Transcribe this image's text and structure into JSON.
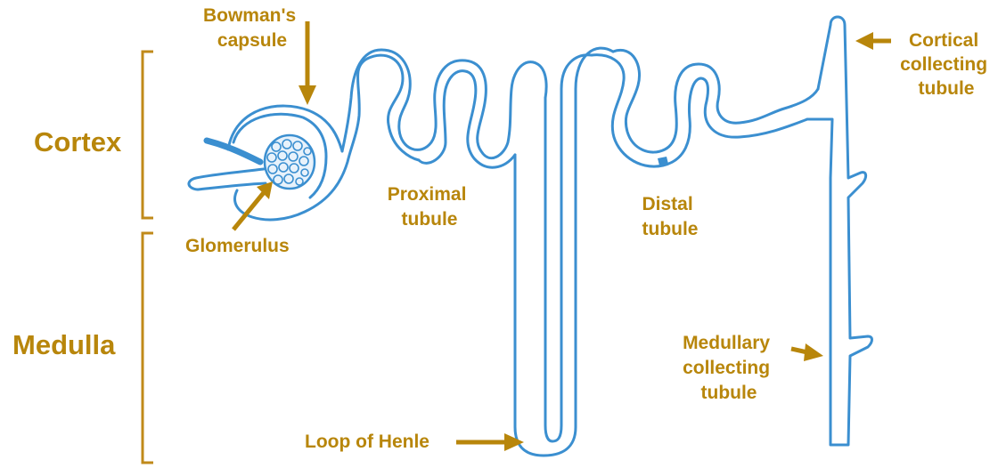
{
  "labels": {
    "bowmans_capsule": [
      "Bowman's",
      "capsule"
    ],
    "cortex": "Cortex",
    "medulla": "Medulla",
    "glomerulus": "Glomerulus",
    "proximal_tubule": [
      "Proximal",
      "tubule"
    ],
    "distal_tubule": [
      "Distal",
      "tubule"
    ],
    "cortical_collecting_tubule": [
      "Cortical",
      "collecting",
      "tubule"
    ],
    "medullary_collecting_tubule": [
      "Medullary",
      "collecting",
      "tubule"
    ],
    "loop_of_henle": "Loop of Henle"
  },
  "colors": {
    "tubule_stroke": "#3b8fd0",
    "label_text": "#b8860b",
    "bracket": "#c08a1a",
    "background": "#ffffff"
  }
}
